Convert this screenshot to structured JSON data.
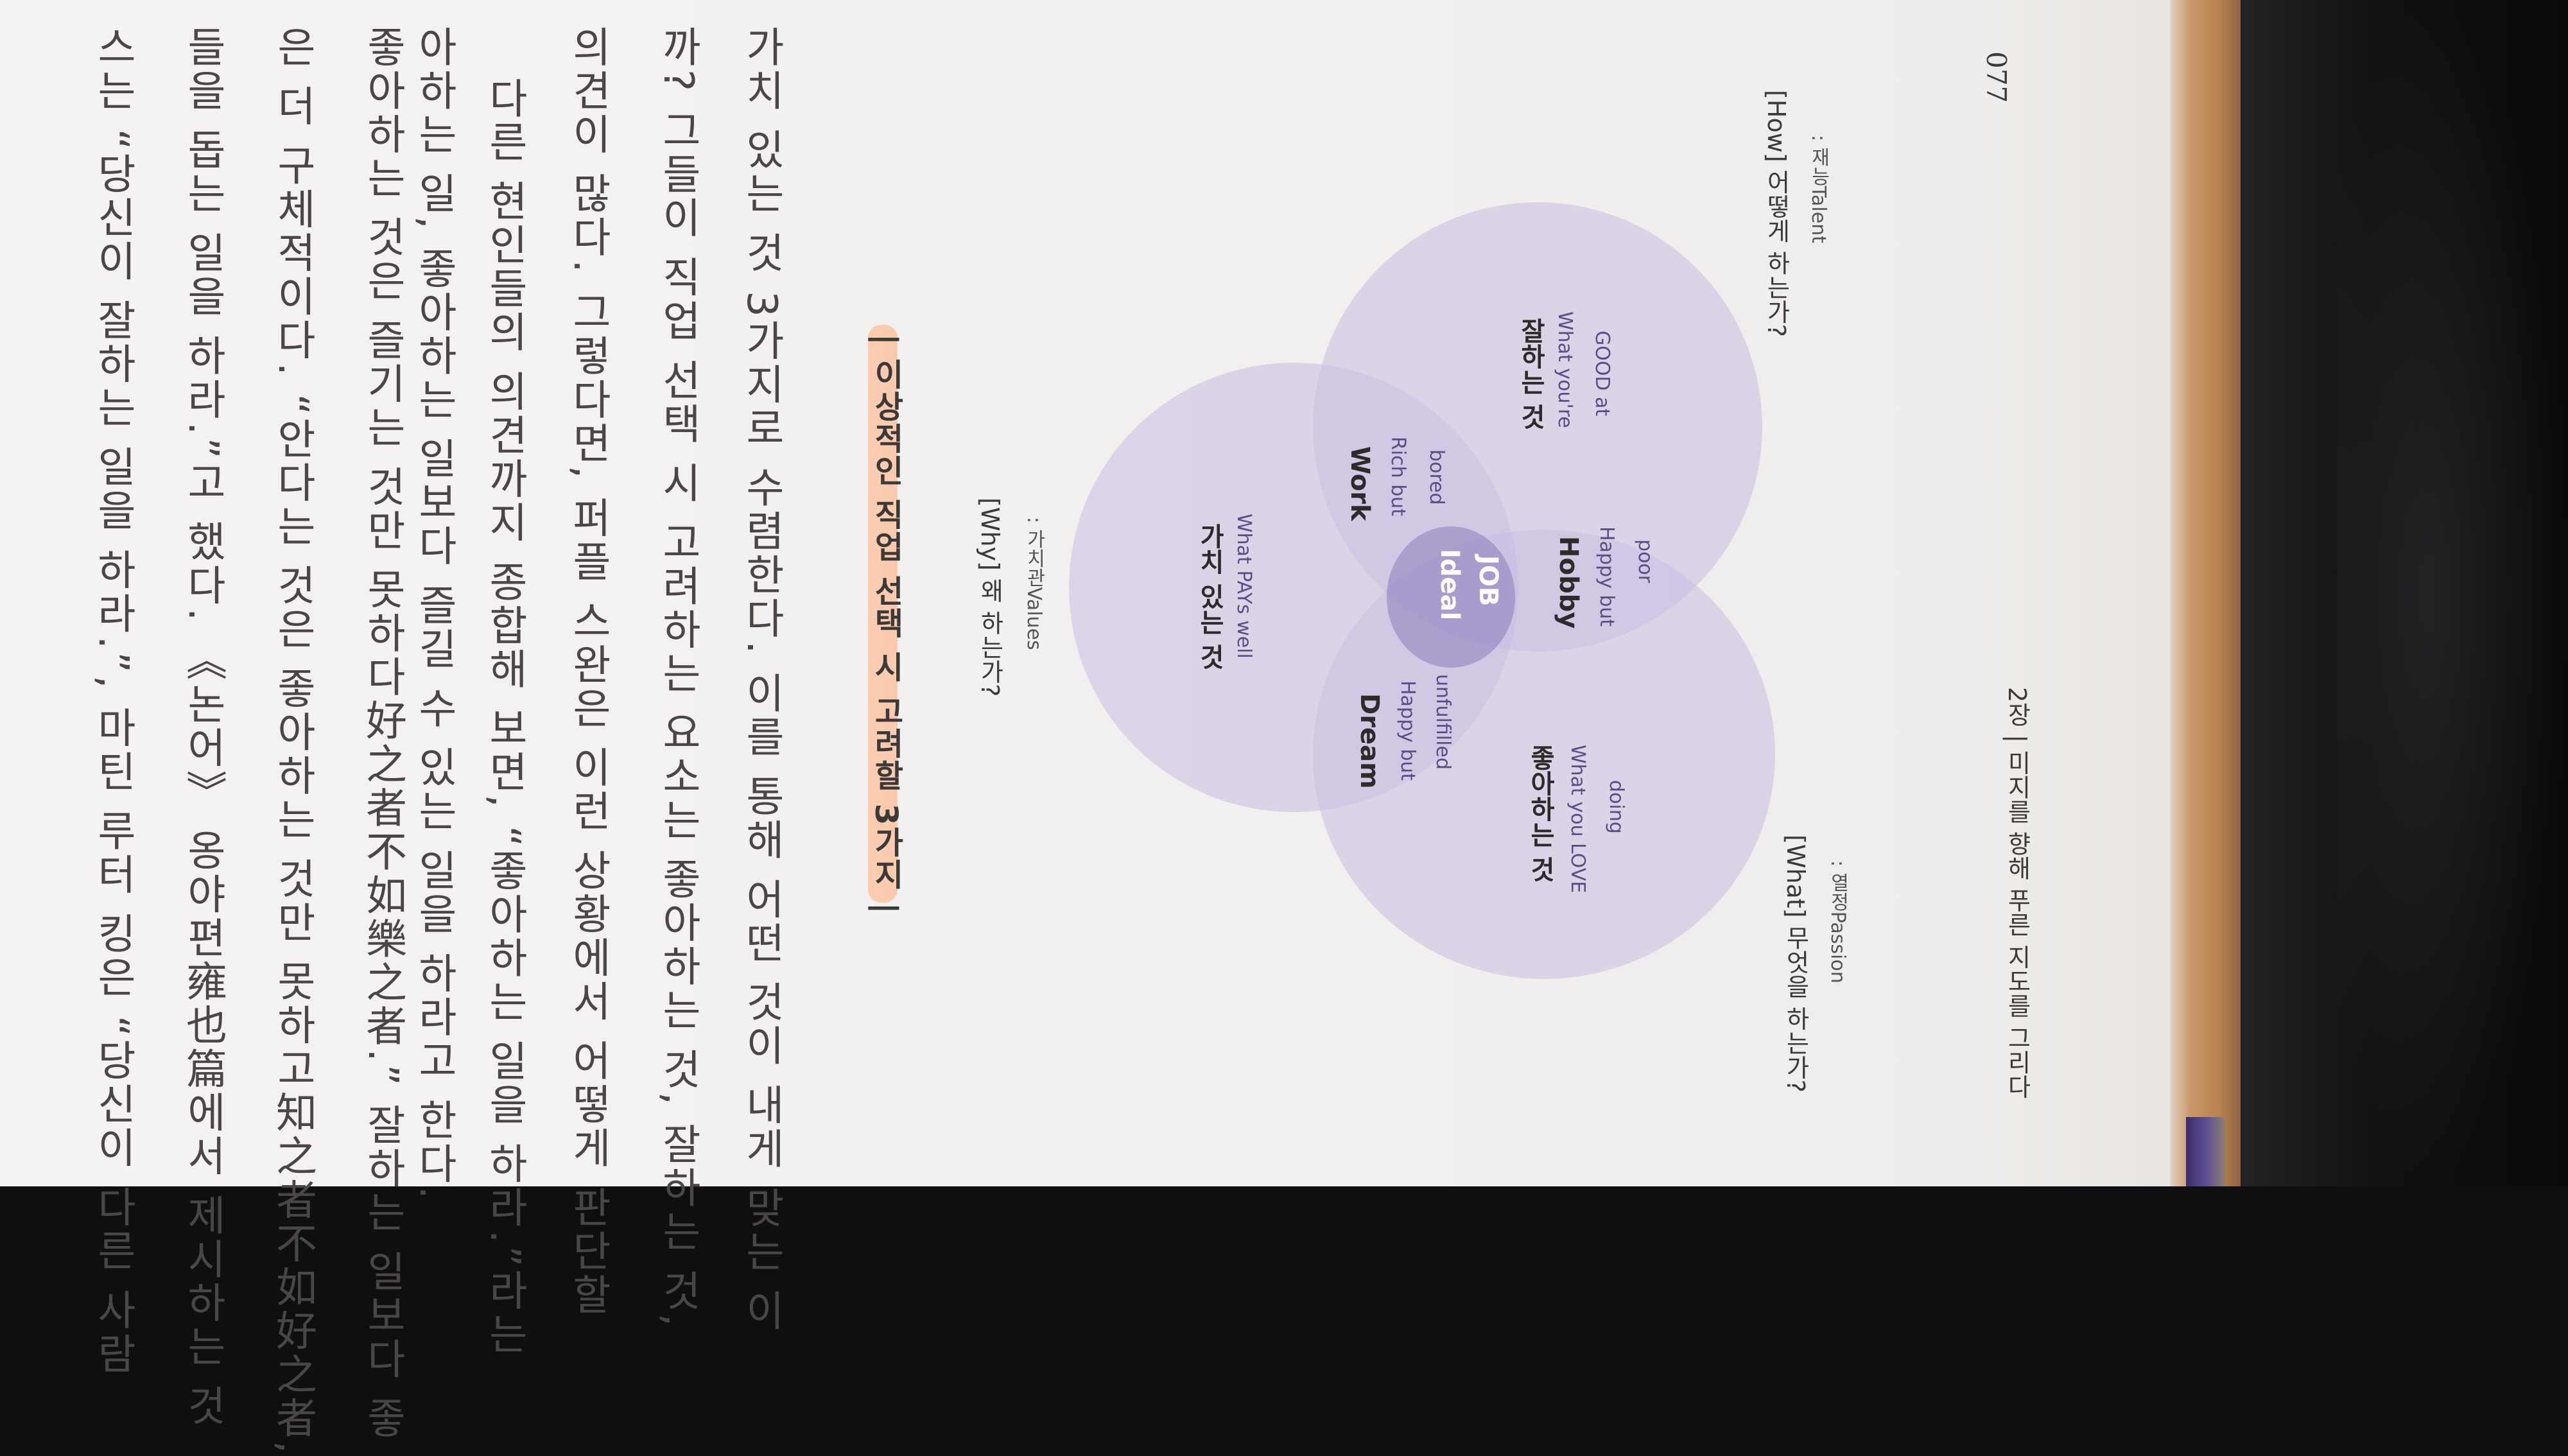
{
  "book": {
    "paragraph_lines": [
      "스는 “당신이 잘하는 일을 하라.”, 마틴 루터 킹은 “당신이 다른 사람",
      "들을 돕는 일을 하라.”고 했다. 《논어》 옹야편雍也篇에서 제시하는 것",
      "은 더 구체적이다. “안다는 것은 좋아하는 것만 못하고知之者不如好之者,",
      "좋아하는 것은 즐기는 것만 못하다好之者不如樂之者.” 잘하는 일보다 좋",
      "아하는 일, 좋아하는 일보다 즐길 수 있는 일을 하라고 한다.",
      "다른 현인들의 의견까지 종합해 보면, “좋아하는 일을 하라.”라는",
      "의견이 많다. 그렇다면, 퍼플 스완은 이런 상황에서 어떻게 판단할",
      "까? 그들이 직업 선택 시 고려하는 요소는 좋아하는 것, 잘하는 것,",
      "가치 있는 것 3가지로 수렴한다. 이를 통해 어떤 것이 내게 맞는 이"
    ],
    "section_heading": "| 이상적인 직업 선택 시 고려할 3가지 |",
    "diagram": {
      "why_label": "[Why] 왜 하는가?",
      "why_sub": ": 가치관Values",
      "what_label": "[What] 무엇을 하는가?",
      "what_sub": ": 열정Passion",
      "how_label": "[How] 어떻게 하는가?",
      "how_sub": ": 재능Talent",
      "circles": [
        {
          "title": "가치 있는 것",
          "subtitle": "What PAYs well"
        },
        {
          "title": "좋아하는 것",
          "subtitle_1": "What you LOVE",
          "subtitle_2": "doing"
        },
        {
          "title": "잘하는 것",
          "subtitle_1": "What you're",
          "subtitle_2": "GOOD at"
        }
      ],
      "intersections": {
        "dream": {
          "title": "Dream",
          "line1": "Happy but",
          "line2": "unfulfilled"
        },
        "work": {
          "title": "Work",
          "line1": "Rich but",
          "line2": "bored"
        },
        "hobby": {
          "title": "Hobby",
          "line1": "Happy but",
          "line2": "poor"
        },
        "center_1": "Ideal",
        "center_2": "JOB"
      }
    },
    "page_number": "077",
    "running_footer": "2장 | 미지를 향해 푸른 지도를 그리다"
  },
  "colors": {
    "circle_fill": "#cfc7e3",
    "overlap_fill": "#a898c8",
    "center_fill": "#8d7db7",
    "subtitle_purple": "#5a4d86",
    "highlight": "#ffb98a"
  }
}
